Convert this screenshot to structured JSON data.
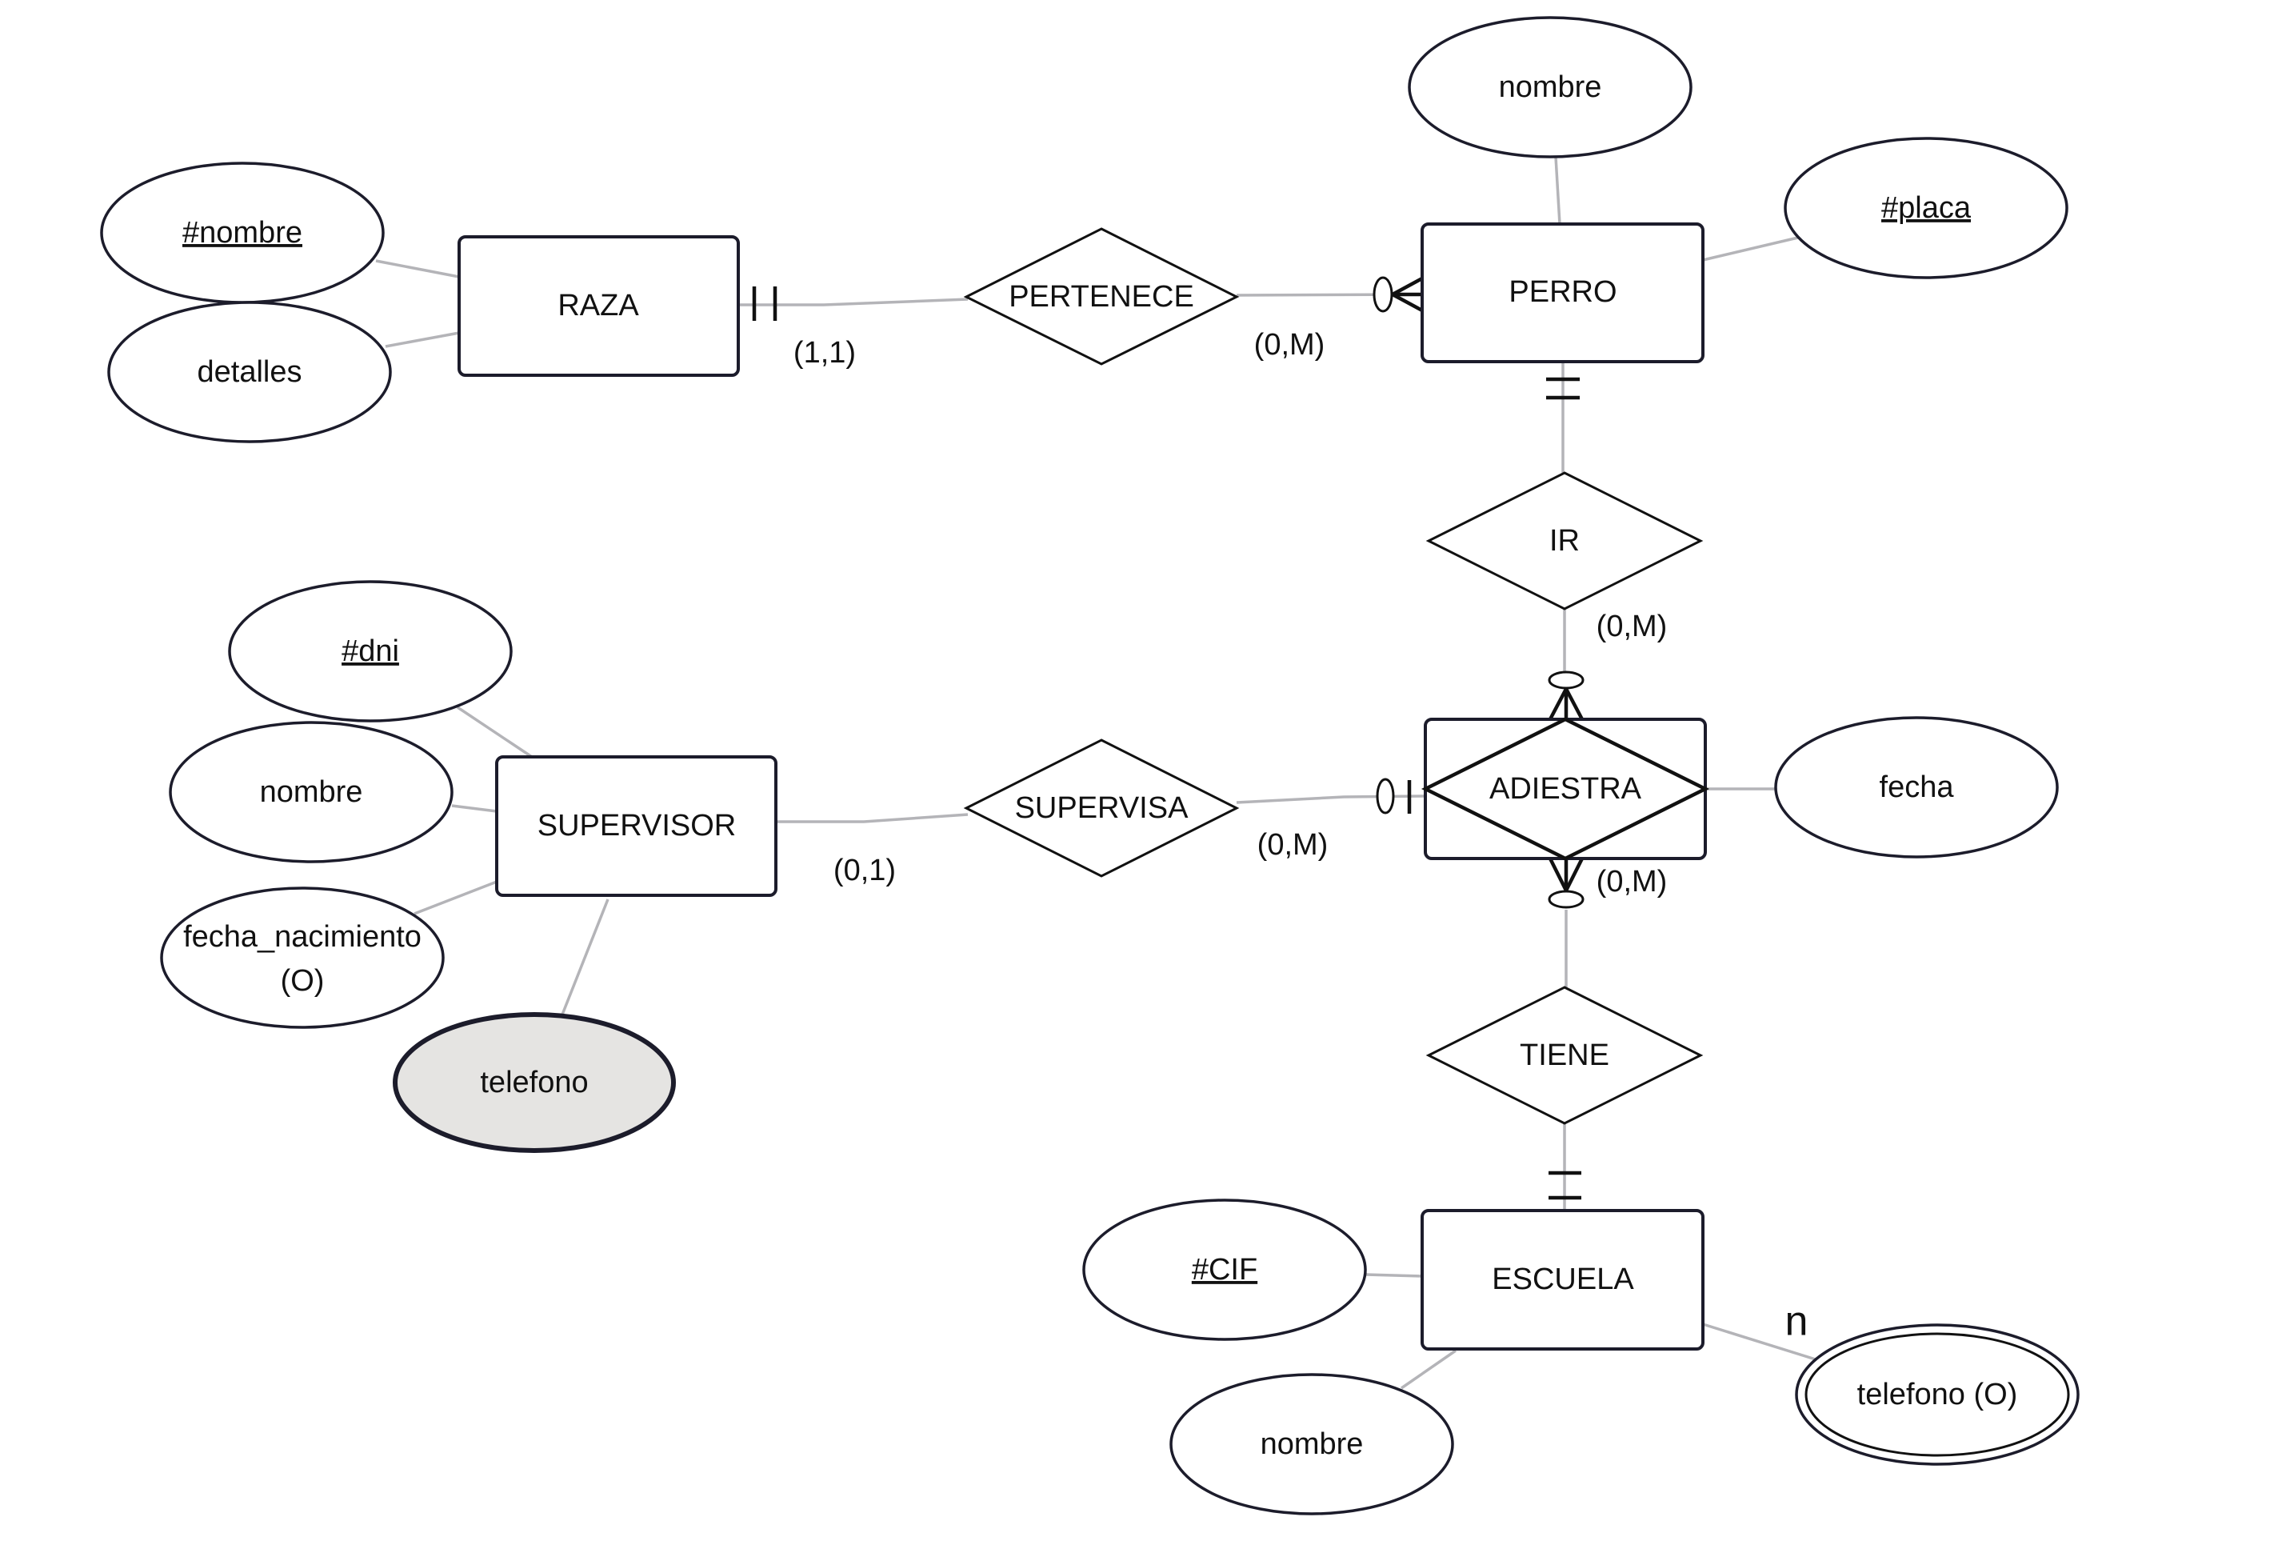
{
  "title": "Modelo Entidad-Relación: Adiestramiento de perros",
  "colors": {
    "entity_stroke": "#1c1c2b",
    "connector": "#b4b4b8",
    "multivalued_fill": "#e5e4e2",
    "text": "#111111"
  },
  "entities": {
    "raza": "RAZA",
    "perro": "PERRO",
    "supervisor": "SUPERVISOR",
    "escuela": "ESCUELA",
    "adiestra": "ADIESTRA"
  },
  "relationships": {
    "pertenece": "PERTENECE",
    "ir": "IR",
    "supervisa": "SUPERVISA",
    "tiene": "TIENE"
  },
  "attributes": {
    "raza_nombre": "#nombre",
    "raza_detalles": "detalles",
    "perro_nombre": "nombre",
    "perro_placa": "#placa",
    "adiestra_fecha": "fecha",
    "supervisor_dni": "#dni",
    "supervisor_nombre": "nombre",
    "supervisor_fecha_line1": "fecha_nacimiento",
    "supervisor_fecha_line2": "(O)",
    "supervisor_telefono": "telefono",
    "escuela_cif": "#CIF",
    "escuela_nombre": "nombre",
    "escuela_telefono": "telefono (O)"
  },
  "cardinalities": {
    "raza_pertenece": "(1,1)",
    "perro_pertenece": "(0,M)",
    "ir_adiestra": "(0,M)",
    "supervisor_supervisa": "(0,1)",
    "adiestra_supervisa": "(0,M)",
    "adiestra_tiene": "(0,M)",
    "escuela_telefono_n": "n"
  }
}
